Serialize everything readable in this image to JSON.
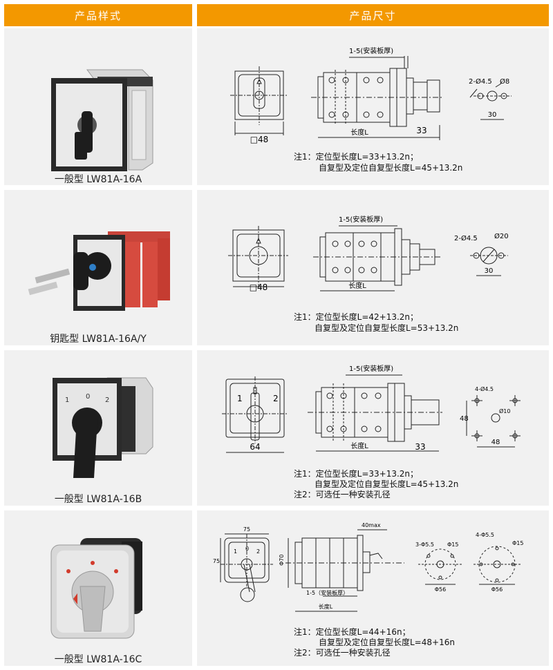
{
  "header": {
    "left": "产品样式",
    "right": "产品尺寸"
  },
  "rows": [
    {
      "caption": "一般型 LW81A-16A",
      "note1a": "注1：定位型长度L=33+13.2n；",
      "note1b": "自复型及定位自复型长度L=45+13.2n",
      "front_size": "□48",
      "panel_label": "1-5(安装板厚)",
      "length_label": "长度L",
      "depth": "33",
      "hole_a": "2-Ø4.5",
      "hole_b": "Ø8",
      "hole_spacing": "30"
    },
    {
      "caption": "钥匙型 LW81A-16A/Y",
      "note1a": "注1：定位型长度L=42+13.2n；",
      "note1b": "自复型及定位自复型长度L=53+13.2n",
      "front_size": "□48",
      "panel_label": "1-5(安装板厚)",
      "length_label": "长度L",
      "hole_a": "2-Ø4.5",
      "hole_b": "Ø20",
      "hole_spacing": "30"
    },
    {
      "caption": "一般型 LW81A-16B",
      "note1a": "注1：定位型长度L=33+13.2n；",
      "note1b": "自复型及定位自复型长度L=45+13.2n",
      "note2": "注2：可选任一种安装孔径",
      "front_size": "64",
      "pos1": "1",
      "pos2": "2",
      "panel_label": "1-5(安装板厚)",
      "length_label": "长度L",
      "depth": "33",
      "hole_a": "4-Ø4.5",
      "hole_b": "Ø10",
      "dim_v": "48",
      "dim_h": "48"
    },
    {
      "caption": "一般型 LW81A-16C",
      "note1a": "注1：定位型长度L=44+16n；",
      "note1b": "自复型及定位自复型长度L=48+16n",
      "note2": "注2：可选任一种安装孔径",
      "width": "75",
      "height": "75",
      "pos0": "0",
      "pos1": "1",
      "pos2": "2",
      "phi70": "Φ70",
      "max": "40max",
      "panel_label": "1-5（安装板厚）",
      "length_label": "长度L",
      "h1a": "3-Φ5.5",
      "h1b": "Φ15",
      "h1c": "Φ56",
      "h2a": "4-Φ5.5",
      "h2b": "Φ15",
      "h2c": "Φ56"
    }
  ]
}
